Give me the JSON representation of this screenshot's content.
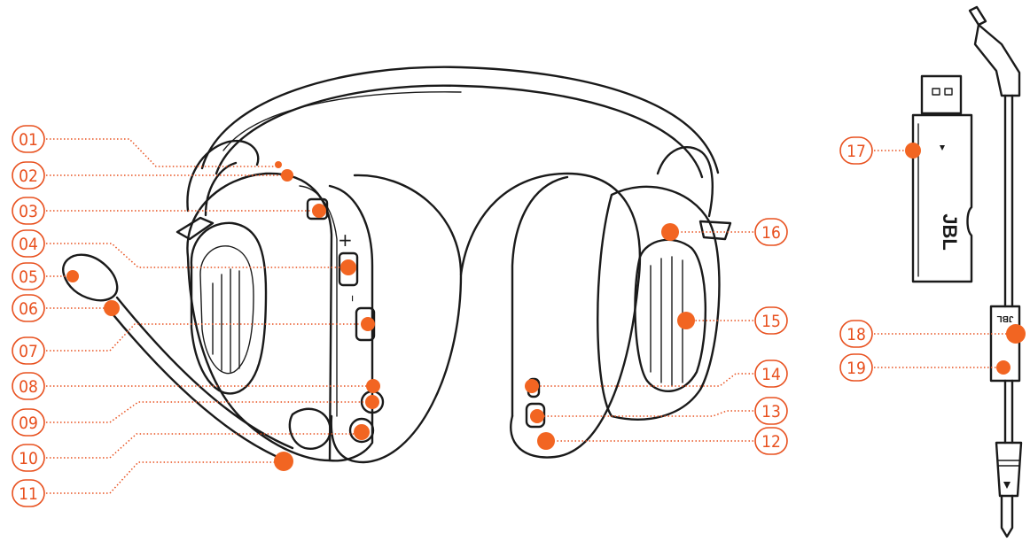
{
  "colors": {
    "accent": "#e8501e",
    "dot": "#f26522",
    "line": "#1a1a1a",
    "background": "#ffffff"
  },
  "callouts": [
    {
      "label": "01"
    },
    {
      "label": "02"
    },
    {
      "label": "03"
    },
    {
      "label": "04"
    },
    {
      "label": "05"
    },
    {
      "label": "06"
    },
    {
      "label": "07"
    },
    {
      "label": "08"
    },
    {
      "label": "09"
    },
    {
      "label": "10"
    },
    {
      "label": "11"
    },
    {
      "label": "12"
    },
    {
      "label": "13"
    },
    {
      "label": "14"
    },
    {
      "label": "15"
    },
    {
      "label": "16"
    },
    {
      "label": "17"
    },
    {
      "label": "18"
    },
    {
      "label": "19"
    }
  ],
  "product": {
    "dongle_brand": "JBL",
    "cable_brand": "JBL",
    "volume_plus": "+",
    "volume_minus": "–"
  }
}
